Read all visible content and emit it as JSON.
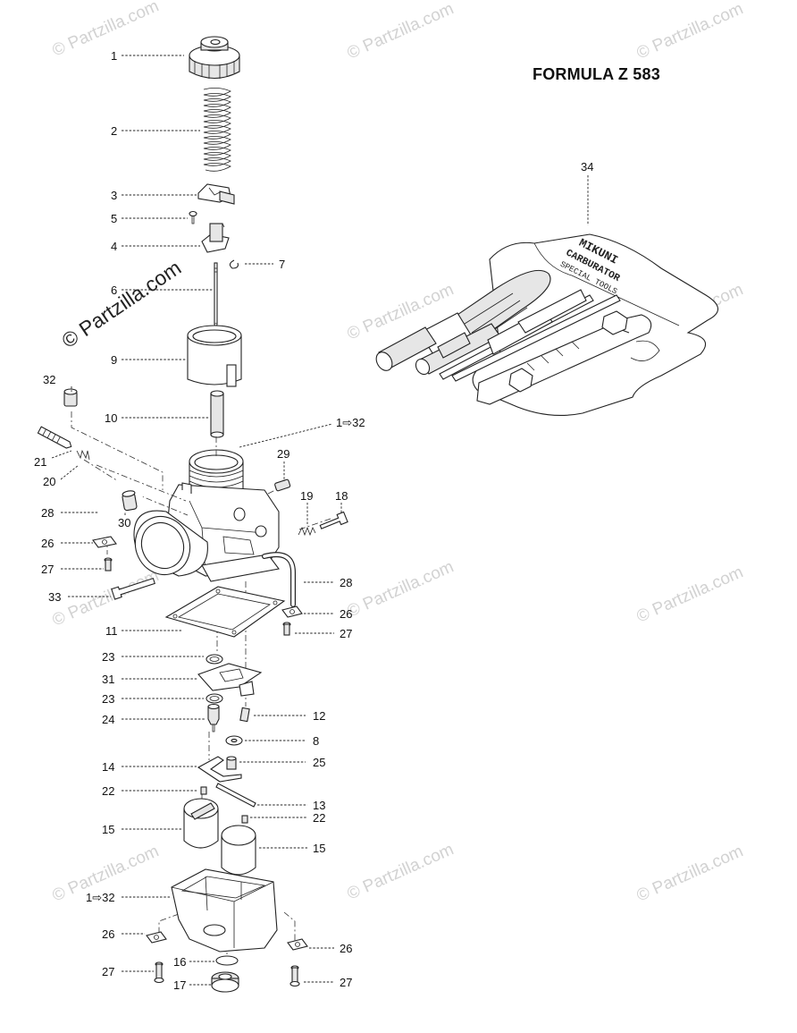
{
  "title": "FORMULA Z 583",
  "watermark": {
    "text": "© Partzilla.com",
    "diagonal_text": "© Partzilla.com"
  },
  "labels": {
    "l1": "1",
    "l2": "2",
    "l3": "3",
    "l5": "5",
    "l4": "4",
    "l7": "7",
    "l6": "6",
    "l9": "9",
    "l10": "10",
    "l1to32a": "1⇨32",
    "l32": "32",
    "l21": "21",
    "l20": "20",
    "l29": "29",
    "l19": "19",
    "l18": "18",
    "l28a": "28",
    "l30": "30",
    "l26a": "26",
    "l27a": "27",
    "l33": "33",
    "l28b": "28",
    "l26b": "26",
    "l27b": "27",
    "l11": "11",
    "l23a": "23",
    "l31": "31",
    "l23b": "23",
    "l24": "24",
    "l12": "12",
    "l8": "8",
    "l25": "25",
    "l14": "14",
    "l22a": "22",
    "l13": "13",
    "l22b": "22",
    "l15a": "15",
    "l15b": "15",
    "l1to32b": "1⇨32",
    "l26c": "26",
    "l26d": "26",
    "l16": "16",
    "l27c": "27",
    "l27d": "27",
    "l17": "17",
    "l34": "34"
  },
  "kit_text": {
    "brand": "MIKUNI",
    "line1": "CARBURATOR",
    "line2": "SPECIAL TOOLS"
  }
}
